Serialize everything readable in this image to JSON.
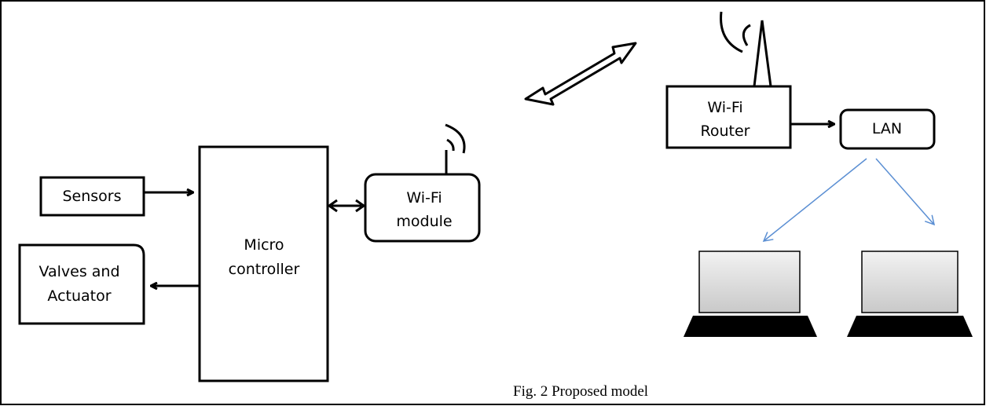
{
  "nodes": {
    "sensors": {
      "label": "Sensors"
    },
    "valves": {
      "line1": "Valves and",
      "line2": "Actuator"
    },
    "micro": {
      "line1": "Micro",
      "line2": "controller"
    },
    "wifi_module": {
      "line1": "Wi-Fi",
      "line2": "module"
    },
    "router": {
      "line1": "Wi-Fi",
      "line2": "Router"
    },
    "lan": {
      "label": "LAN"
    }
  },
  "caption": "Fig. 2 Proposed model",
  "icons": {
    "module_antenna": "wifi-signal-icon",
    "router_antenna": "wifi-signal-icon",
    "clients": [
      "laptop-icon",
      "laptop-icon"
    ]
  },
  "colors": {
    "stroke": "#000000",
    "lan_link": "#5b8fd3",
    "screen_fill_top": "#f2f2f2",
    "screen_fill_bottom": "#c9c9c9"
  }
}
